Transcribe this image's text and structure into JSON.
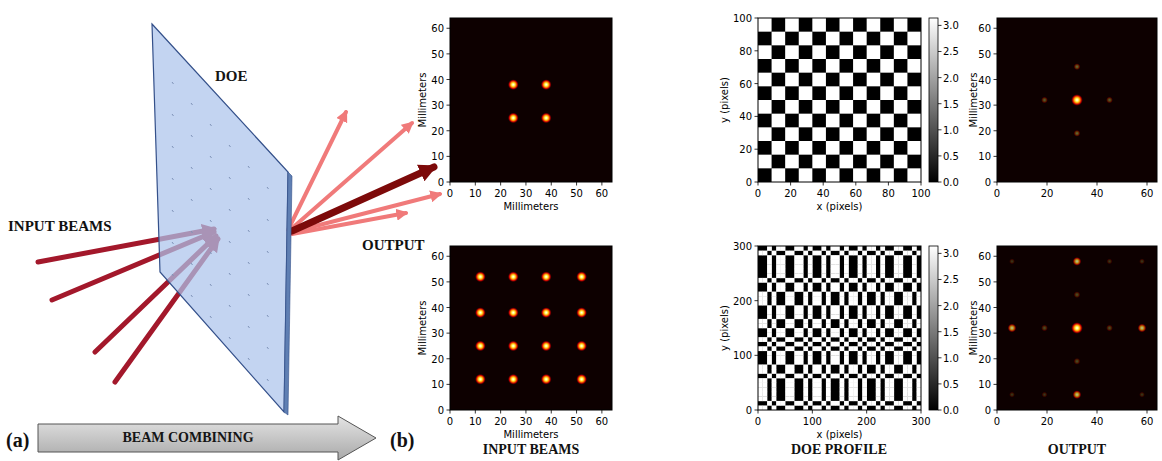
{
  "diagram": {
    "nodes": [
      {
        "text": [
          "DOE"
        ]
      },
      {
        "text": [
          "BEAM COMBINING"
        ]
      }
    ],
    "labels": [
      "INPUT BEAMS",
      "OUTPUT",
      "(a)",
      "(b)",
      "0",
      "10",
      "20",
      "30",
      "40",
      "50",
      "60",
      "0",
      "10",
      "20",
      "30",
      "40",
      "50",
      "60",
      "Millimeters",
      "Millimeters",
      "0",
      "20",
      "40",
      "60",
      "80",
      "100",
      "0",
      "20",
      "40",
      "60",
      "80",
      "100",
      "y (pixels)",
      "x (pixels)",
      "0.0",
      "0.5",
      "1.0",
      "1.5",
      "2.0",
      "2.5",
      "3.0",
      "0",
      "10",
      "20",
      "30",
      "40",
      "50",
      "60",
      "0",
      "20",
      "40",
      "60",
      "Millimeters",
      "0",
      "10",
      "20",
      "30",
      "40",
      "50",
      "60",
      "0",
      "10",
      "20",
      "30",
      "40",
      "50",
      "60",
      "Millimeters",
      "Millimeters",
      "0",
      "100",
      "200",
      "300",
      "0",
      "100",
      "200",
      "300",
      "y (pixels)",
      "x (pixels)",
      "0.0",
      "0.5",
      "1.0",
      "1.5",
      "2.0",
      "2.5",
      "3.0",
      "0",
      "10",
      "20",
      "30",
      "40",
      "50",
      "60",
      "0",
      "20",
      "40",
      "60",
      "Millimeters",
      "INPUT BEAMS",
      "DOE PROFILE",
      "OUTPUT"
    ]
  }
}
